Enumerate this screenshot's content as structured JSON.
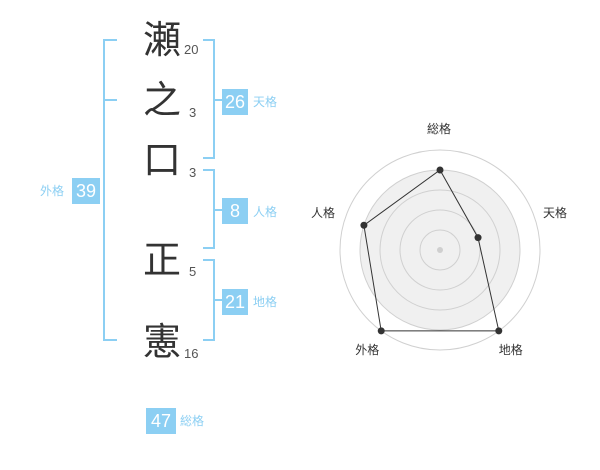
{
  "name": {
    "characters": [
      {
        "char": "瀬",
        "strokes": "20"
      },
      {
        "char": "之",
        "strokes": "3"
      },
      {
        "char": "口",
        "strokes": "3"
      },
      {
        "char": "正",
        "strokes": "5"
      },
      {
        "char": "憲",
        "strokes": "16"
      }
    ]
  },
  "fortunes": {
    "tenkaku": {
      "value": "26",
      "label": "天格"
    },
    "jinkaku": {
      "value": "8",
      "label": "人格"
    },
    "chikaku": {
      "value": "21",
      "label": "地格"
    },
    "gaikaku": {
      "value": "39",
      "label": "外格"
    },
    "soukaku": {
      "value": "47",
      "label": "総格"
    }
  },
  "chart_data": {
    "type": "radar",
    "axes": [
      "総格",
      "天格",
      "地格",
      "外格",
      "人格"
    ],
    "values": [
      4,
      2,
      5,
      5,
      4
    ],
    "max": 5,
    "rings": 5
  },
  "colors": {
    "accent": "#8ccff3",
    "text": "#333333",
    "radar_fill": "#efefef",
    "radar_ring": "#cccccc"
  }
}
